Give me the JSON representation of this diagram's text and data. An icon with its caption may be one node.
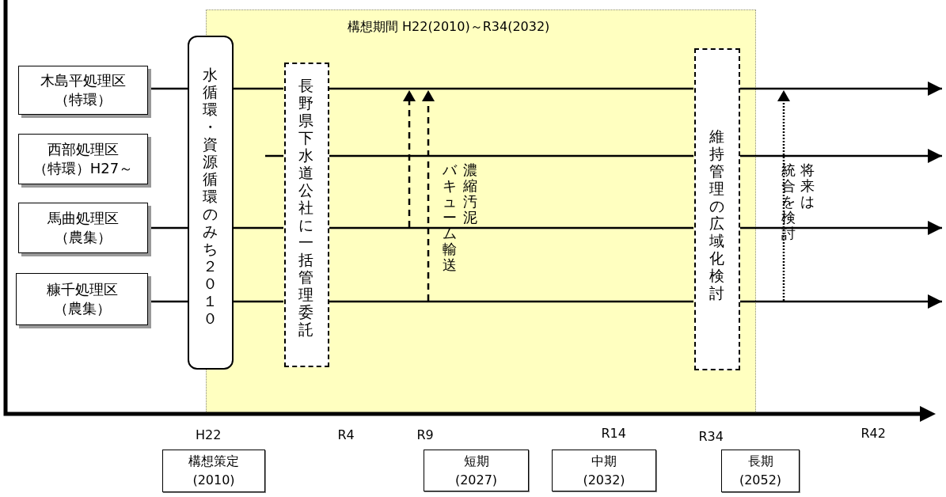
{
  "diagram": {
    "nodes": [
      {
        "text": [
          "構想期間 H22(2010)～R34(2032)"
        ]
      },
      {
        "text": [
          "木島平処理区",
          "（特環）"
        ]
      },
      {
        "text": [
          "西部処理区",
          "（特環）H27～"
        ]
      },
      {
        "text": [
          "馬曲処理区",
          "（農集）"
        ]
      },
      {
        "text": [
          "糠千処理区",
          "（農集）"
        ]
      },
      {
        "text": [
          "水循環・資源循環のみち２０１０"
        ]
      },
      {
        "text": [
          "長野県下水道公社に一括管理委託"
        ],
        "in": 0
      },
      {
        "text": [
          "維持管理の広域化検討"
        ],
        "in": 0
      },
      {
        "text": [
          "構想策定",
          "(2010)"
        ]
      },
      {
        "text": [
          "短期",
          "(2027)"
        ]
      },
      {
        "text": [
          "中期",
          "(2032)"
        ]
      },
      {
        "text": [
          "長期",
          "(2052)"
        ]
      }
    ],
    "edges": [
      {
        "from": 1,
        "to": 5,
        "arrow": "none"
      },
      {
        "from": 5,
        "to": 6,
        "arrow": "none"
      },
      {
        "from": 6,
        "to": 7,
        "arrow": "none"
      },
      {
        "from": 7,
        "to": null,
        "arrow": "to"
      },
      {
        "from": null,
        "to": 6,
        "arrow": "none"
      },
      {
        "from": 6,
        "to": 7,
        "arrow": "none"
      },
      {
        "from": 7,
        "to": null,
        "arrow": "to"
      },
      {
        "from": 3,
        "to": 5,
        "arrow": "none"
      },
      {
        "from": 5,
        "to": 6,
        "arrow": "none"
      },
      {
        "from": 6,
        "to": 7,
        "arrow": "none"
      },
      {
        "from": 7,
        "to": null,
        "arrow": "to"
      },
      {
        "from": 4,
        "to": 5,
        "arrow": "none"
      },
      {
        "from": 5,
        "to": 6,
        "arrow": "none"
      },
      {
        "from": 6,
        "to": 7,
        "arrow": "none"
      },
      {
        "from": 7,
        "to": null,
        "arrow": "to"
      }
    ],
    "labels": [
      "濃縮汚泥",
      "バキューム輸送",
      "将来は",
      "統合を検討",
      "H22",
      "R4",
      "R9",
      "R14",
      "R34",
      "R42"
    ]
  }
}
